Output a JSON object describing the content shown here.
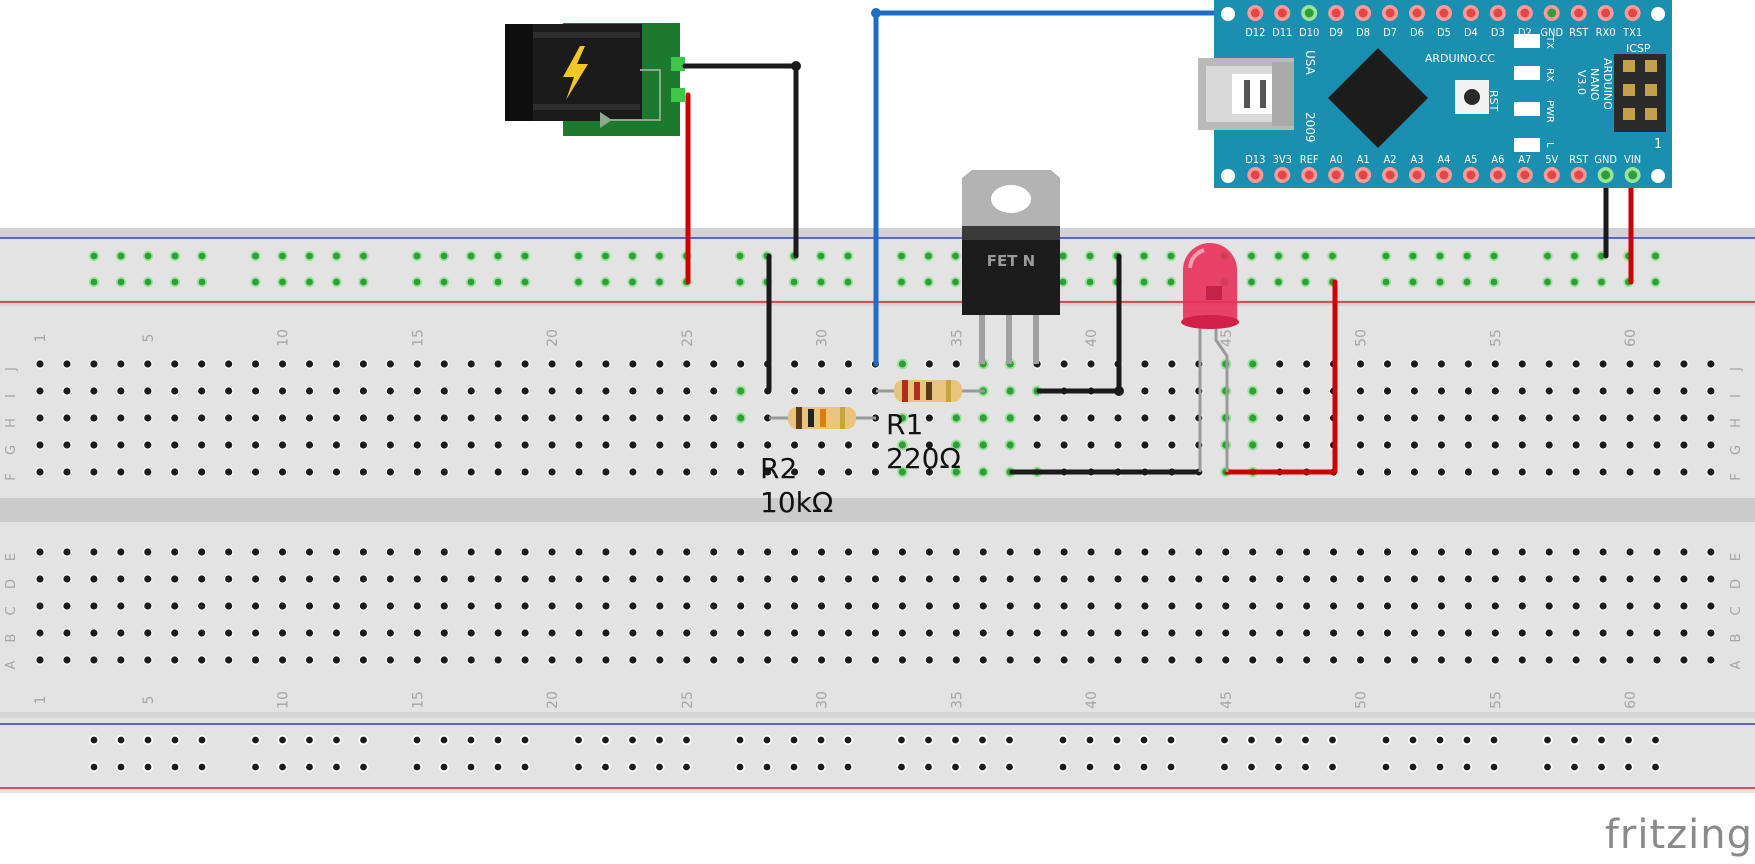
{
  "breadboard": {
    "column_numbers": [
      "1",
      "5",
      "10",
      "15",
      "20",
      "25",
      "30",
      "35",
      "40",
      "45",
      "50",
      "55",
      "60"
    ],
    "row_letters_top": [
      "J",
      "I",
      "H",
      "G",
      "F"
    ],
    "row_letters_bottom": [
      "E",
      "D",
      "C",
      "B",
      "A"
    ]
  },
  "components": {
    "r1": {
      "name": "R1",
      "value": "220Ω"
    },
    "r2": {
      "name": "R2",
      "value": "10kΩ"
    },
    "mosfet": {
      "label": "FET N"
    }
  },
  "arduino": {
    "top_pins": [
      "D12",
      "D11",
      "D10",
      "D9",
      "D8",
      "D7",
      "D6",
      "D5",
      "D4",
      "D3",
      "D2",
      "GND",
      "RST",
      "RX0",
      "TX1"
    ],
    "bottom_pins": [
      "D13",
      "3V3",
      "REF",
      "A0",
      "A1",
      "A2",
      "A3",
      "A4",
      "A5",
      "A6",
      "A7",
      "5V",
      "RST",
      "GND",
      "VIN"
    ],
    "brand": "ARDUINO.CC",
    "model_lines": [
      "ARDUINO",
      "NANO",
      "V3.0"
    ],
    "icsp": "ICSP",
    "country": "USA",
    "year": "2009",
    "rst_button": "RST",
    "led_labels": [
      "TX",
      "RX",
      "PWR",
      "L"
    ],
    "header_number": "1"
  },
  "watermark": "fritzing",
  "colors": {
    "wire_black": "#1a1a1a",
    "wire_red": "#cc0000",
    "wire_blue": "#1e6bc8",
    "rail_blue": "#2b3fd1",
    "rail_red": "#d92020",
    "arduino_board": "#1a8fb0",
    "barrel_board": "#1c7a2e",
    "led_red": "#e8305a"
  }
}
